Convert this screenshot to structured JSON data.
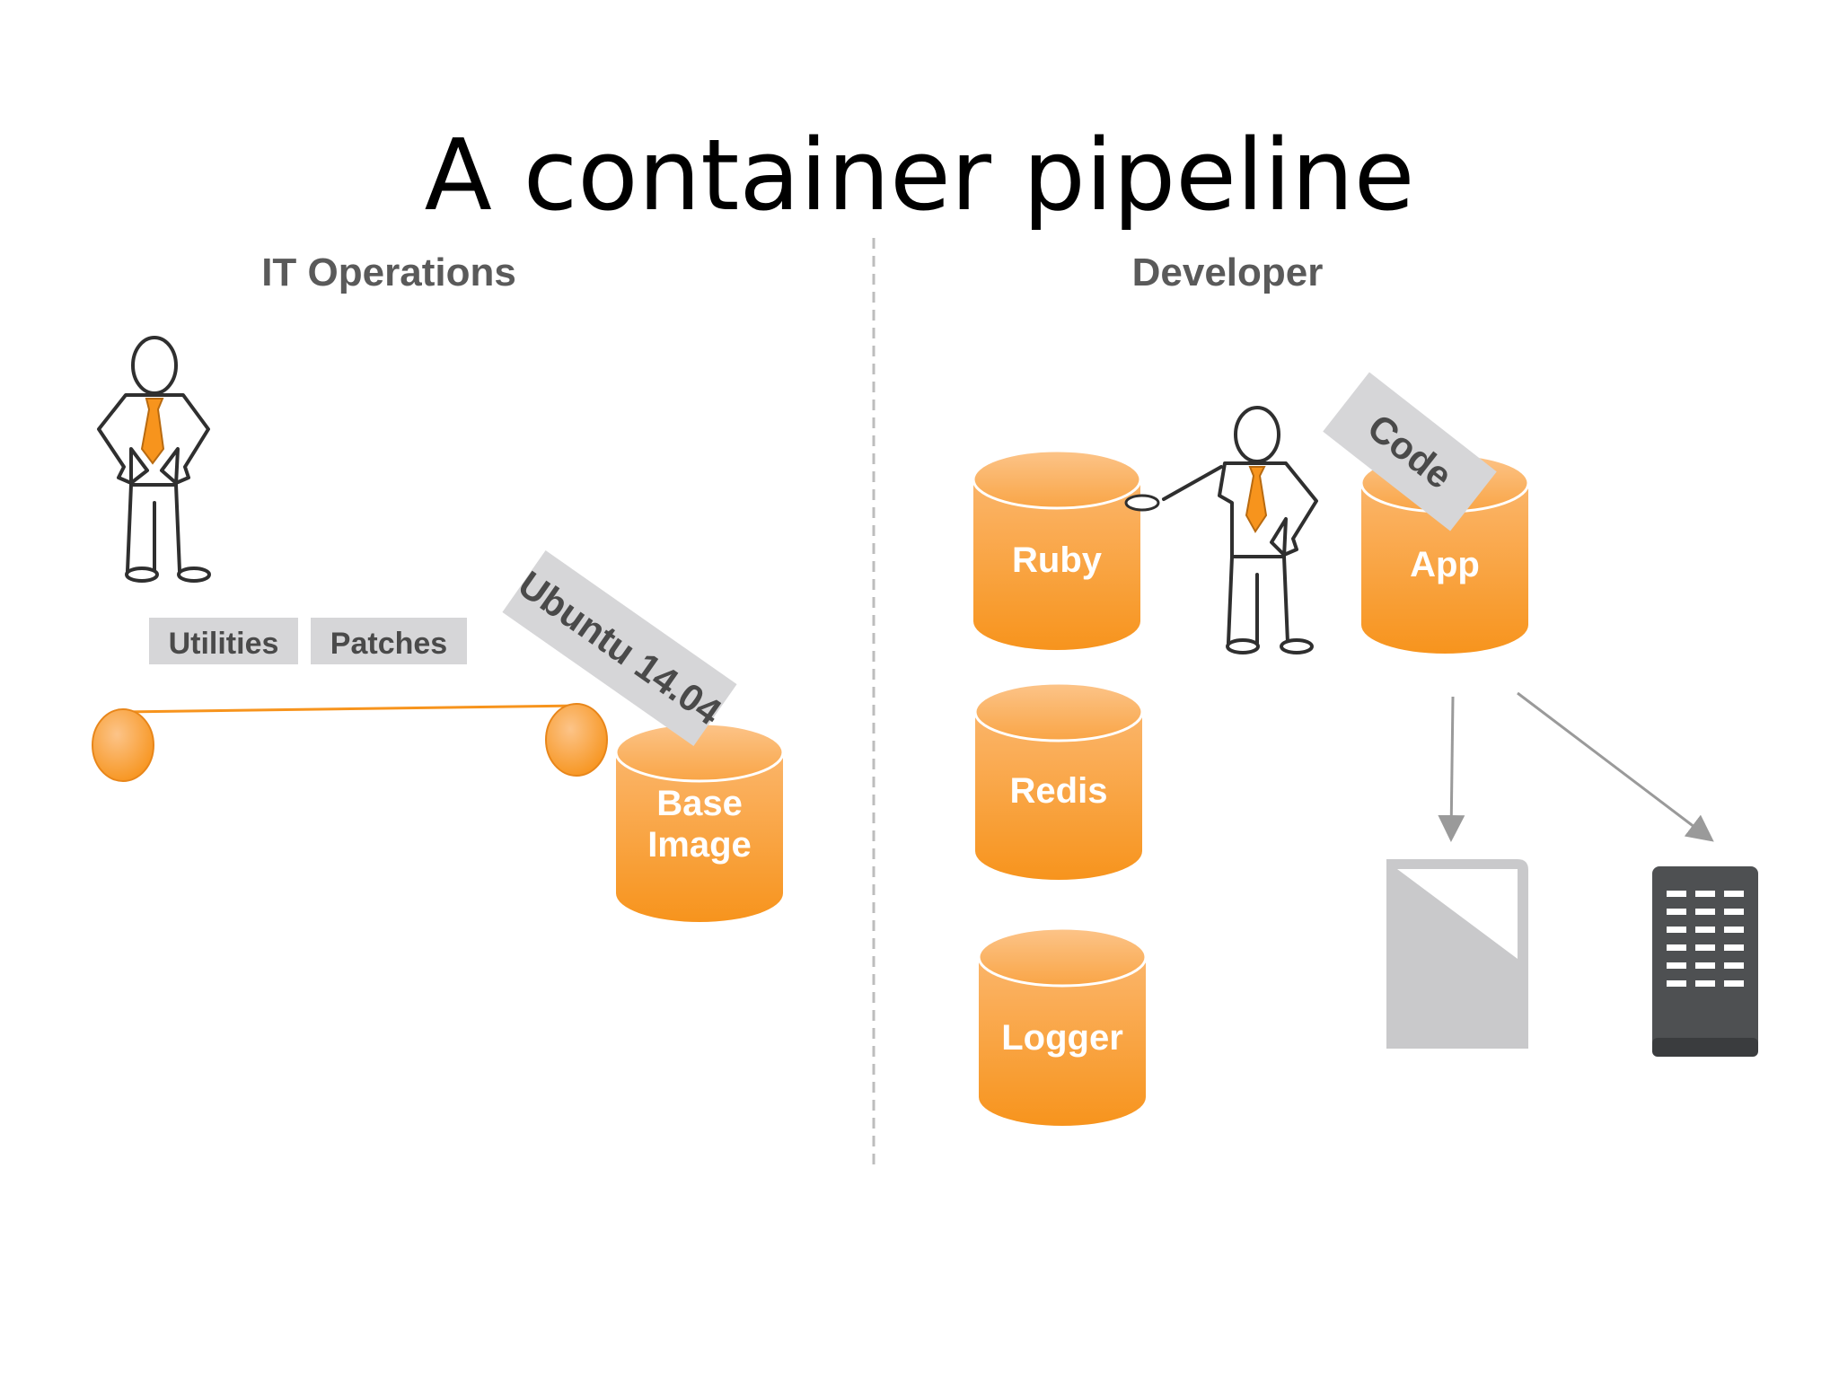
{
  "title": "A container pipeline",
  "sections": {
    "left_heading": "IT Operations",
    "right_heading": "Developer"
  },
  "tags": {
    "utilities": "Utilities",
    "patches": "Patches",
    "ubuntu": "Ubuntu 14.04",
    "code": "Code"
  },
  "cylinders": {
    "base_image_line1": "Base",
    "base_image_line2": "Image",
    "ruby": "Ruby",
    "redis": "Redis",
    "logger": "Logger",
    "app": "App"
  },
  "colors": {
    "accent_orange": "#f7941d",
    "accent_orange_light": "#fbb56a",
    "gray_device": "#c9c9cb",
    "dark_device": "#4e5052",
    "heading_gray": "#5a5a5a"
  },
  "icons": {
    "it_person": "stick-figure-icon",
    "dev_person": "stick-figure-icon",
    "tablet": "tablet-icon",
    "server": "server-rack-icon"
  }
}
